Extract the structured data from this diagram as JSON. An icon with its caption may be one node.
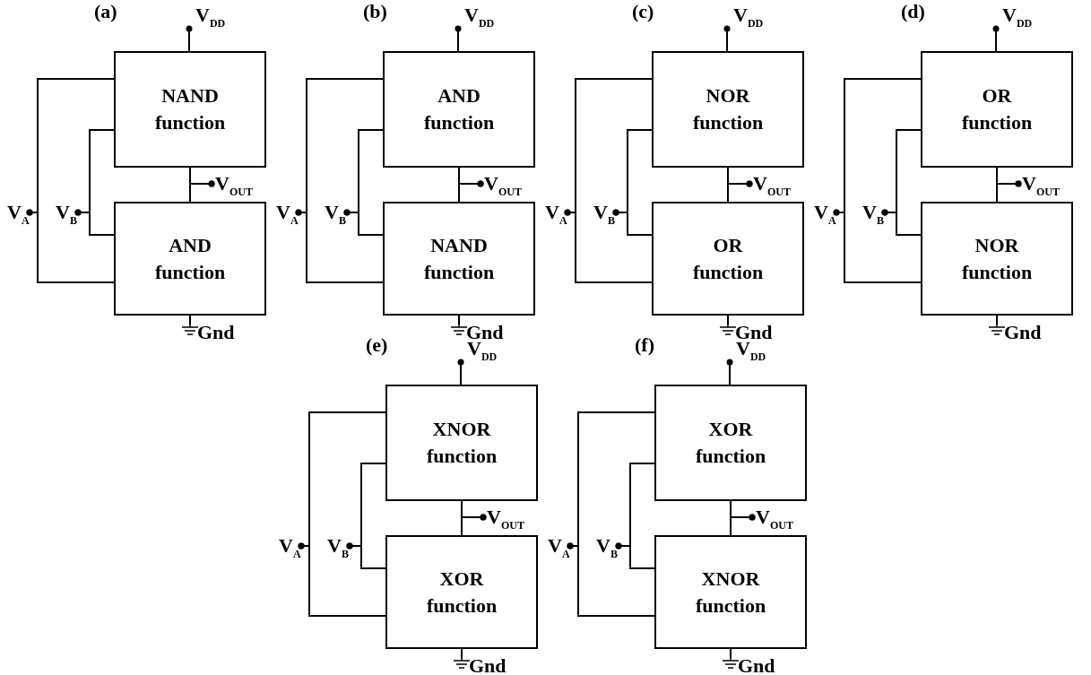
{
  "diagram": {
    "nodes": [
      {
        "text": [
          "V$_{DD}$"
        ]
      },
      {
        "text": [
          "NAND function"
        ]
      },
      {
        "text": [
          "V$_{A}$"
        ]
      },
      {
        "text": [
          "V$_{B}$"
        ]
      },
      {
        "text": [
          "V$_{OUT}$"
        ]
      },
      {
        "text": [
          "AND function"
        ]
      },
      {
        "text": [
          "Gnd"
        ]
      },
      {
        "text": [
          "V$_{DD}$"
        ]
      },
      {
        "text": [
          "AND function"
        ]
      },
      {
        "text": [
          "V$_{A}$"
        ]
      },
      {
        "text": [
          "V$_{B}$"
        ]
      },
      {
        "text": [
          "V$_{OUT}$"
        ]
      },
      {
        "text": [
          "NAND function"
        ]
      },
      {
        "text": [
          "Gnd"
        ]
      },
      {
        "text": [
          "V$_{DD}$"
        ]
      },
      {
        "text": [
          "NOR function"
        ]
      },
      {
        "text": [
          "V$_{A}$"
        ]
      },
      {
        "text": [
          "V$_{B}$"
        ]
      },
      {
        "text": [
          "V$_{OUT}$"
        ]
      },
      {
        "text": [
          "OR function"
        ]
      },
      {
        "text": [
          "Gnd"
        ]
      },
      {
        "text": [
          "V$_{DD}$"
        ]
      },
      {
        "text": [
          "OR function"
        ]
      },
      {
        "text": [
          "V$_{A}$"
        ]
      },
      {
        "text": [
          "V$_{B}$"
        ]
      },
      {
        "text": [
          "V$_{OUT}$"
        ]
      },
      {
        "text": [
          "NOR function"
        ]
      },
      {
        "text": [
          "Gnd"
        ]
      },
      {
        "text": [
          "V$_{DD}$"
        ]
      },
      {
        "text": [
          "XNOR function"
        ]
      },
      {
        "text": [
          "V$_{A}$"
        ]
      },
      {
        "text": [
          "V$_{B}$"
        ]
      },
      {
        "text": [
          "V$_{OUT}$"
        ]
      },
      {
        "text": [
          "XOR function"
        ]
      },
      {
        "text": [
          "Gnd"
        ]
      },
      {
        "text": [
          "V$_{DD}$"
        ]
      },
      {
        "text": [
          "XOR function"
        ]
      },
      {
        "text": [
          "V$_{A}$"
        ]
      },
      {
        "text": [
          "V$_{B}$"
        ]
      },
      {
        "text": [
          "V$_{OUT}$"
        ]
      },
      {
        "text": [
          "XNOR function"
        ]
      },
      {
        "text": [
          "Gnd"
        ]
      }
    ],
    "edges": [
      {
        "from": 0,
        "to": 1,
        "arrow": "other"
      },
      {
        "from": 2,
        "to": 1,
        "arrow": "other"
      },
      {
        "from": 2,
        "to": 5,
        "arrow": "other"
      },
      {
        "from": 3,
        "to": 1,
        "arrow": "other"
      },
      {
        "from": 3,
        "to": 5,
        "arrow": "other"
      },
      {
        "from": 1,
        "to": 5,
        "arrow": "none"
      },
      {
        "from": 1,
        "to": 4,
        "arrow": "other"
      },
      {
        "from": 5,
        "to": 4,
        "arrow": "other"
      },
      {
        "from": 5,
        "to": 6,
        "arrow": "none"
      },
      {
        "from": 7,
        "to": 8,
        "arrow": "other"
      },
      {
        "from": 9,
        "to": 8,
        "arrow": "other"
      },
      {
        "from": 9,
        "to": 12,
        "arrow": "other"
      },
      {
        "from": 10,
        "to": 8,
        "arrow": "other"
      },
      {
        "from": 10,
        "to": 12,
        "arrow": "other"
      },
      {
        "from": 8,
        "to": 12,
        "arrow": "none"
      },
      {
        "from": 8,
        "to": 11,
        "arrow": "other"
      },
      {
        "from": 12,
        "to": 11,
        "arrow": "other"
      },
      {
        "from": 12,
        "to": 13,
        "arrow": "none"
      },
      {
        "from": 14,
        "to": 15,
        "arrow": "other"
      },
      {
        "from": 16,
        "to": 15,
        "arrow": "other"
      },
      {
        "from": 16,
        "to": 19,
        "arrow": "other"
      },
      {
        "from": 17,
        "to": 15,
        "arrow": "other"
      },
      {
        "from": 17,
        "to": 19,
        "arrow": "other"
      },
      {
        "from": 15,
        "to": 19,
        "arrow": "none"
      },
      {
        "from": 15,
        "to": 18,
        "arrow": "other"
      },
      {
        "from": 19,
        "to": 18,
        "arrow": "other"
      },
      {
        "from": 19,
        "to": 20,
        "arrow": "none"
      },
      {
        "from": 21,
        "to": 22,
        "arrow": "other"
      },
      {
        "from": 23,
        "to": 22,
        "arrow": "other"
      },
      {
        "from": 23,
        "to": 26,
        "arrow": "other"
      },
      {
        "from": 24,
        "to": 22,
        "arrow": "other"
      },
      {
        "from": 24,
        "to": 26,
        "arrow": "other"
      },
      {
        "from": 22,
        "to": 26,
        "arrow": "none"
      },
      {
        "from": 22,
        "to": 25,
        "arrow": "other"
      },
      {
        "from": 26,
        "to": 25,
        "arrow": "other"
      },
      {
        "from": 26,
        "to": 27,
        "arrow": "none"
      },
      {
        "from": 28,
        "to": 29,
        "arrow": "other"
      },
      {
        "from": 30,
        "to": 29,
        "arrow": "other"
      },
      {
        "from": 30,
        "to": 33,
        "arrow": "other"
      },
      {
        "from": 31,
        "to": 29,
        "arrow": "other"
      },
      {
        "from": 31,
        "to": 33,
        "arrow": "other"
      },
      {
        "from": 29,
        "to": 33,
        "arrow": "none"
      },
      {
        "from": 29,
        "to": 32,
        "arrow": "other"
      },
      {
        "from": 33,
        "to": 32,
        "arrow": "other"
      },
      {
        "from": 33,
        "to": 34,
        "arrow": "none"
      },
      {
        "from": 35,
        "to": 36,
        "arrow": "other"
      },
      {
        "from": 37,
        "to": 36,
        "arrow": "other"
      },
      {
        "from": 37,
        "to": 40,
        "arrow": "other"
      },
      {
        "from": 38,
        "to": 36,
        "arrow": "other"
      },
      {
        "from": 38,
        "to": 40,
        "arrow": "other"
      },
      {
        "from": 36,
        "to": 40,
        "arrow": "none"
      },
      {
        "from": 36,
        "to": 39,
        "arrow": "other"
      },
      {
        "from": 40,
        "to": 39,
        "arrow": "other"
      },
      {
        "from": 40,
        "to": 41,
        "arrow": "none"
      }
    ],
    "labels": [
      "(a)",
      "(b)",
      "(c)",
      "(d)",
      "(e)",
      "(f)"
    ]
  }
}
